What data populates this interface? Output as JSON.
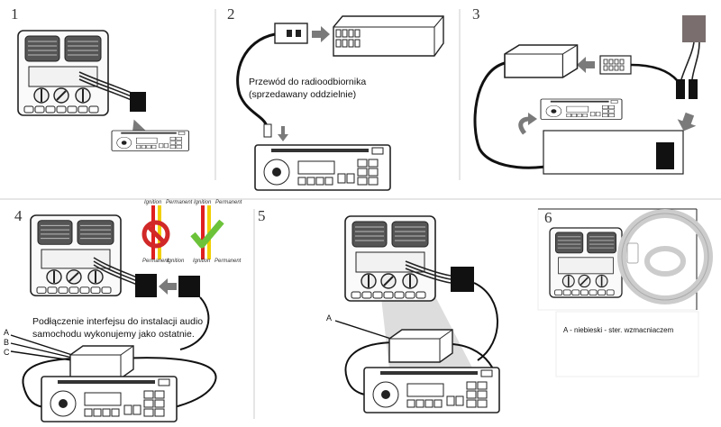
{
  "steps": [
    "1",
    "2",
    "3",
    "4",
    "5",
    "6"
  ],
  "step2": {
    "caption_line1": "Przewód do radioodbiornika",
    "caption_line2": "(sprzedawany oddzielnie)"
  },
  "step4": {
    "caption_line1": "Podłączenie interfejsu do instalacji audio",
    "caption_line2": "samochodu wykonujemy jako ostatnie.",
    "wire_labels": [
      "A",
      "B",
      "C"
    ],
    "ign_top_left": "Ignition",
    "perm_top_left": "Permanent",
    "ign_top_right": "Ignition",
    "perm_top_right": "Permanent",
    "perm_bottom_left": "Permanent",
    "ign_bottom_left": "Ignition",
    "ign_bottom_right": "Ignition",
    "perm_bottom_right": "Permanent"
  },
  "step5": {
    "wire_label": "A"
  },
  "step6": {
    "note": "A - niebieski - ster. wzmacniaczem"
  },
  "colors": {
    "arrow": "#7a7a7a",
    "divider": "#cccccc",
    "no_sign": "#d12828",
    "check": "#6cc33a",
    "red_wire": "#e02020",
    "yellow_wire": "#f0d000"
  }
}
